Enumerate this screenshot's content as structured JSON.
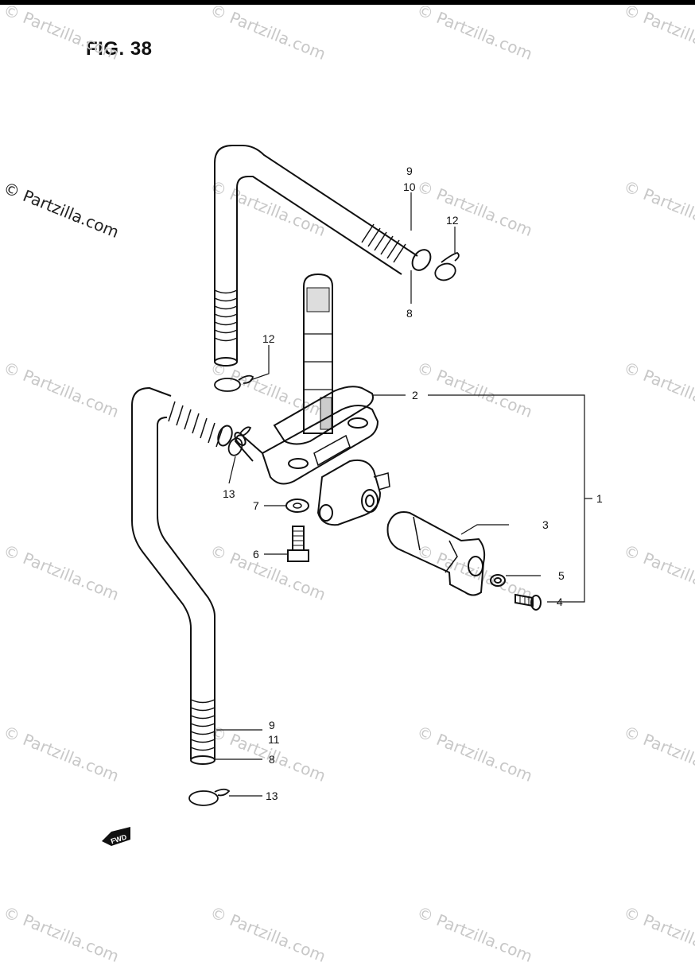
{
  "figure": {
    "title": "FIG. 38"
  },
  "watermark": {
    "text": "© Partzilla.com"
  },
  "callouts": {
    "c1": "1",
    "c2": "2",
    "c3": "3",
    "c4": "4",
    "c5": "5",
    "c6": "6",
    "c7": "7",
    "c8_top": "8",
    "c8_bottom": "8",
    "c9_top": "9",
    "c9_bottom": "9",
    "c10": "10",
    "c11": "11",
    "c12_right": "12",
    "c12_left": "12",
    "c13_mid": "13",
    "c13_bottom": "13"
  },
  "fwd_badge": {
    "label": "FWD"
  },
  "colors": {
    "line": "#111111",
    "watermark": "#c8c8c8"
  }
}
